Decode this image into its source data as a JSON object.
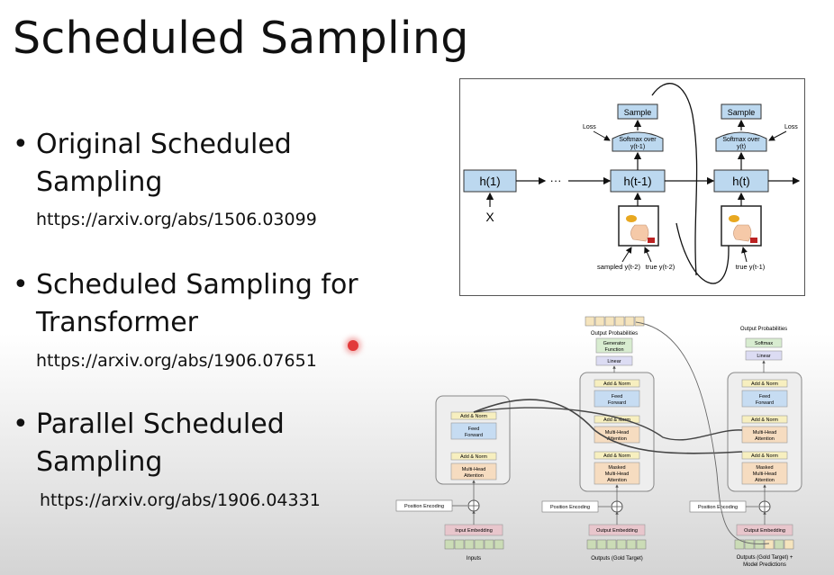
{
  "slide": {
    "title": "Scheduled Sampling",
    "bullet_glyph": "•",
    "bullets": [
      {
        "text": "Original Scheduled Sampling",
        "url": "https://arxiv.org/abs/1506.03099"
      },
      {
        "text": "Scheduled Sampling for Transformer",
        "url": "https://arxiv.org/abs/1906.07651"
      },
      {
        "text": "Parallel Scheduled Sampling",
        "url": "https://arxiv.org/abs/1906.04331"
      }
    ]
  },
  "rnn_figure": {
    "hidden_labels": [
      "h(1)",
      "h(t-1)",
      "h(t)"
    ],
    "ellipsis": "···",
    "input_label": "X",
    "sample_label": "Sample",
    "softmax_label_1": "Softmax over",
    "softmax_label_2a": "y(t-1)",
    "softmax_label_2b": "y(t)",
    "loss_label": "Loss",
    "sampled_label": "sampled y(t-2)",
    "true_label_a": "true y(t-2)",
    "true_label_b": "true y(t-1)",
    "coin_icon": "coin-flip-hand-icon"
  },
  "transformer_figure": {
    "output_probabilities": "Output Probabilities",
    "generator_function": "Generator Function",
    "softmax": "Softmax",
    "linear": "Linear",
    "add_norm": "Add & Norm",
    "feed_forward": "Feed Forward",
    "multi_head_attention": "Multi-Head Attention",
    "masked_multi_head_attention": "Masked Multi-Head Attention",
    "position_encoding": "Position Encoding",
    "input_embedding": "Input Embedding",
    "output_embedding": "Output Embedding",
    "inputs": "Inputs",
    "outputs_gold": "Outputs (Gold Target)",
    "outputs_gold_pred_1": "Outputs (Gold Target) +",
    "outputs_gold_pred_2": "Model Predictions"
  },
  "colors": {
    "rnn_box": "#bcd8ef",
    "ffn_blue": "#c6dcf2",
    "attn_orange": "#f6dcc0",
    "addnorm_yellow": "#f7efbf",
    "linear_purple": "#dcdcf3",
    "embed_pink": "#e8c6cc",
    "generator_green": "#d8ecd0",
    "token_yellow": "#f5e4bd",
    "token_green": "#cbdcb6",
    "pointer_red": "#e23a3a"
  }
}
